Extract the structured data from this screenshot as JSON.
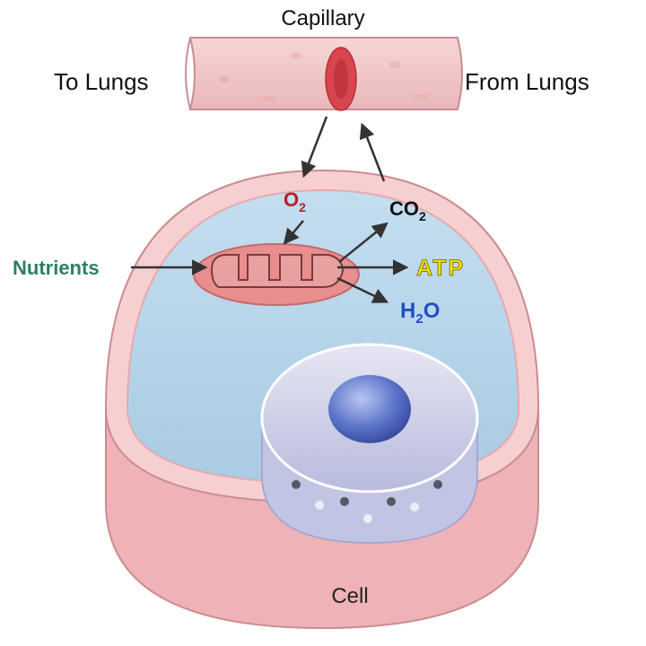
{
  "labels": {
    "capillary": "Capillary",
    "to_lungs": "To Lungs",
    "from_lungs": "From Lungs",
    "nutrients": "Nutrients",
    "o2_main": "O",
    "o2_sub": "2",
    "co2_main": "CO",
    "co2_sub": "2",
    "atp": "ATP",
    "h2o_h": "H",
    "h2o_sub": "2",
    "h2o_o": "O",
    "cell": "Cell"
  },
  "colors": {
    "capillary_wall": "#f2c4c6",
    "capillary_edge": "#c98d91",
    "red_blood_cell": "#d9454f",
    "cell_membrane": "#f0b8bc",
    "cytoplasm": "#b9d7ea",
    "mitochondrion": "#e88585",
    "nutrients_text": "#2c8068",
    "o2_text": "#b52026",
    "atp_text": "#f5e400",
    "h2o_text": "#1f4fc4",
    "nucleus": "#c9cbe6",
    "nucleolus": "#5a72c8",
    "arrow": "#333333"
  },
  "icons": [
    "capillary-vessel",
    "red-blood-cell",
    "mitochondrion",
    "nucleus",
    "nucleolus",
    "arrow"
  ]
}
